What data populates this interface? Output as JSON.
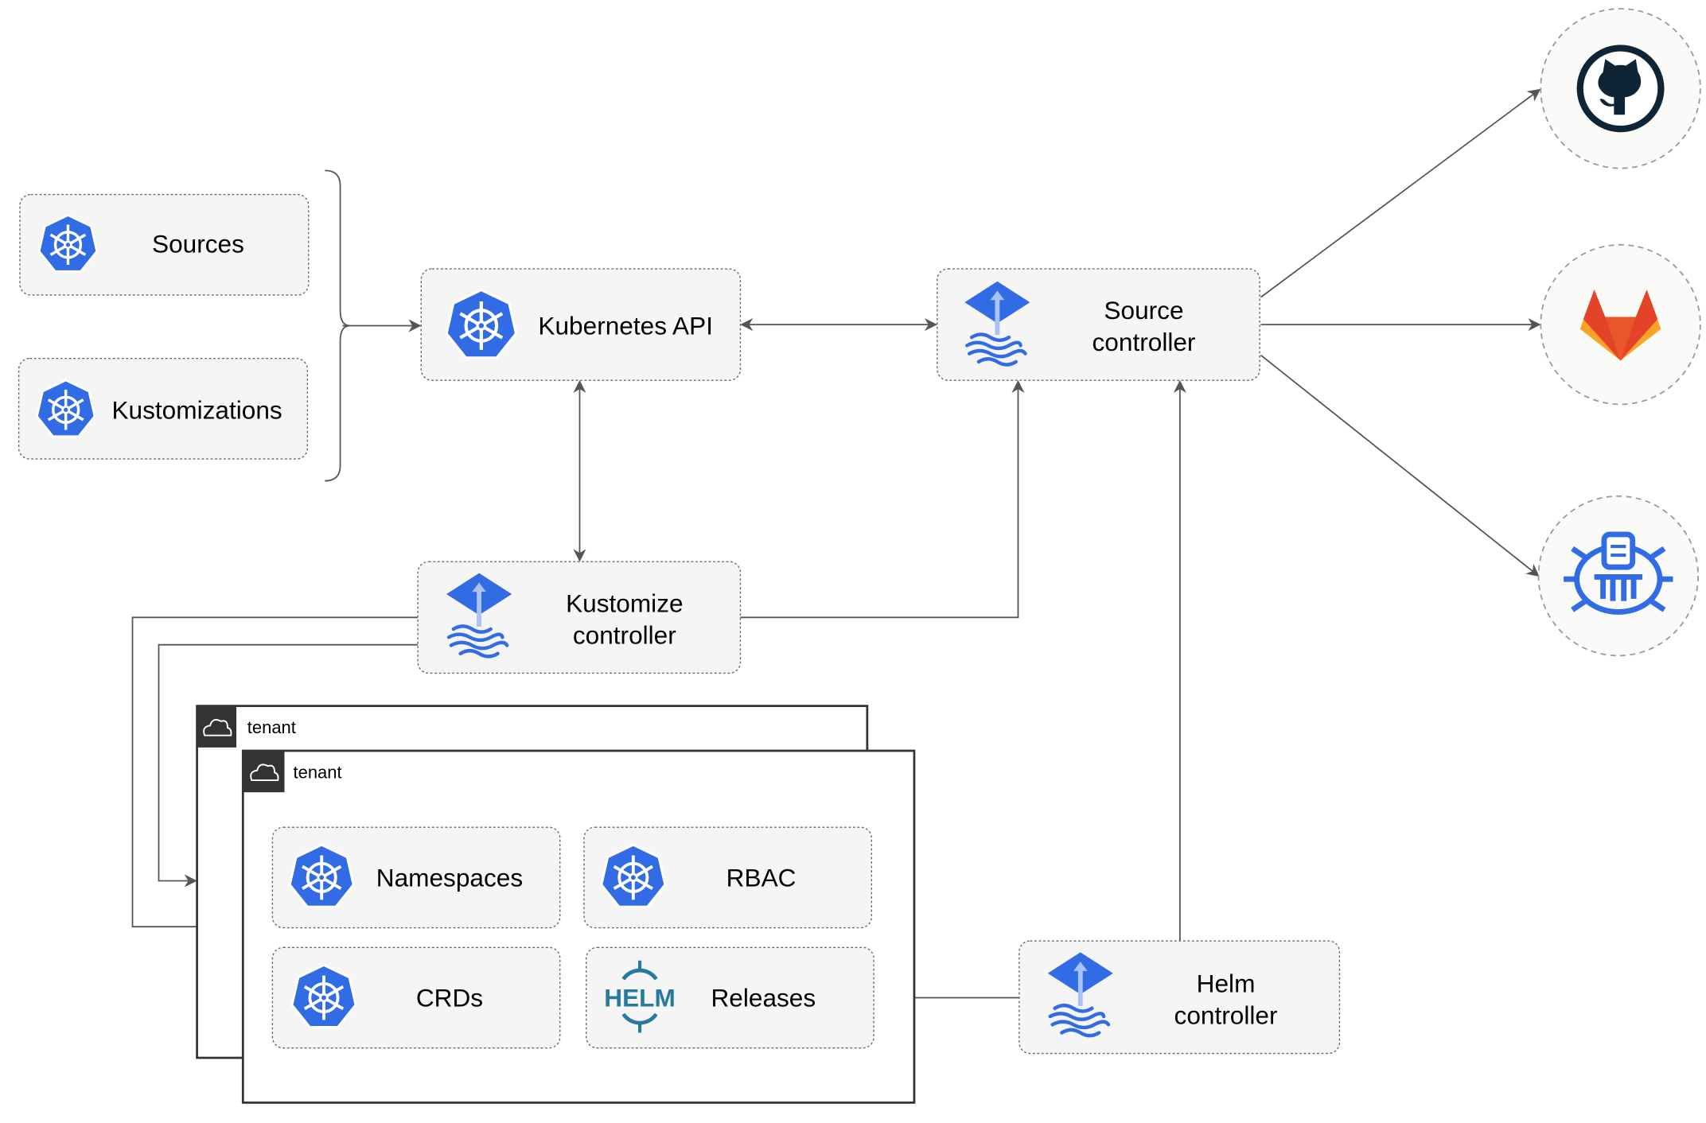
{
  "nodes": {
    "sources": "Sources",
    "kustomizations": "Kustomizations",
    "kubernetes_api": "Kubernetes API",
    "source_controller": [
      "Source",
      "controller"
    ],
    "kustomize_controller": [
      "Kustomize",
      "controller"
    ],
    "helm_controller": [
      "Helm",
      "controller"
    ],
    "namespaces": "Namespaces",
    "rbac": "RBAC",
    "crds": "CRDs",
    "releases": "Releases"
  },
  "tenants": [
    "tenant",
    "tenant"
  ],
  "helm_logo_text": "HELM",
  "external_sources": [
    "github-icon",
    "gitlab-icon",
    "bucket-icon"
  ],
  "colors": {
    "kubernetes_blue": "#326ce5",
    "helm_teal": "#277a9f",
    "github_dark": "#0f2536",
    "gitlab_orange": "#e24329",
    "gitlab_light": "#fca326",
    "box_fill": "#f5f5f5",
    "tenant_header": "#333333"
  }
}
